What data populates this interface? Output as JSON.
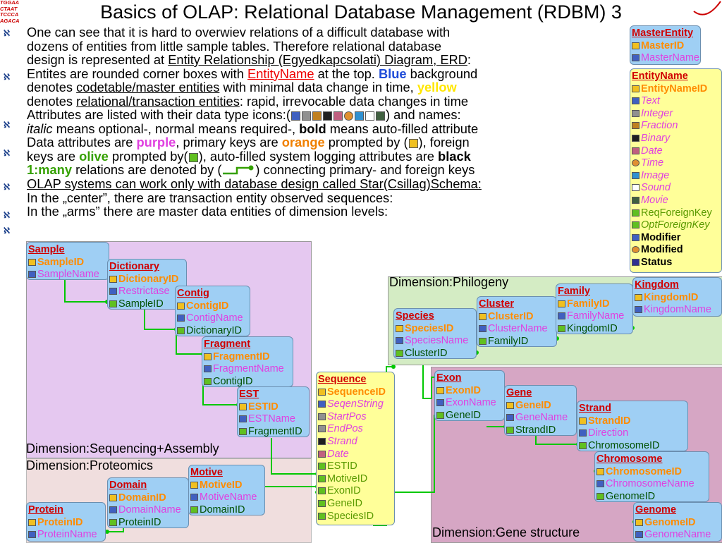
{
  "slide": {
    "title": "Basics of OLAP: Relational Database Management (RDBM) 3",
    "logo_lines": [
      "TGGAA",
      "CTAAT",
      "TCCCA",
      "AGACA"
    ]
  },
  "body": {
    "l1": "One can see that it is hard to overwiev relations of a difficult database with",
    "l2": "dozens of entities from little sample tables. Therefore relational database",
    "l3a": "design is represented at ",
    "l3b": "Entity Relationship (Egyedkapcsolati) Diagram, ERD",
    "l3c": ":",
    "l4a": "Entites are rounded corner boxes with ",
    "l4b": "EntityName",
    "l4c": " at the top. ",
    "l4d": "Blue",
    "l4e": " background",
    "l5a": "denotes ",
    "l5b": "codetable/master entities",
    "l5c": " with minimal data change in time, ",
    "l5d": "yellow",
    "l6a": "denotes ",
    "l6b": "relational/transaction entities",
    "l6c": ": rapid, irrevocable data changes in time",
    "l7a": "Attributes are listed with their data type icons:(",
    "l7b": ") and names:",
    "l8a": "italic",
    "l8b": " means optional-, normal means required-, ",
    "l8c": "bold",
    "l8d": " means auto-filled attribute",
    "l9a": "Data attributes are ",
    "l9b": "purple",
    "l9c": ", primary keys are ",
    "l9d": "orange",
    "l9e": " prompted by (",
    "l9f": "), foreign",
    "l10a": "keys are ",
    "l10b": "olive",
    "l10c": " prompted by(",
    "l10d": "), auto-filled system logging attributes are ",
    "l10e": "black",
    "l11a": "1:many",
    "l11b": " relations are denoted by (",
    "l11c": ") connecting primary- and foreign keys",
    "l12": "OLAP systems can work only with database design called Star(Csillag)Schema:",
    "l13": "In the „center”, there are transaction entity observed sequences:",
    "l14": "In the „arms” there are master data entities of dimension levels:"
  },
  "legend": {
    "master": {
      "name": "MasterEntity",
      "attrs": [
        "MasterID",
        "MasterName"
      ]
    },
    "entity": {
      "name": "EntityName",
      "attrs": [
        "EntityNameID",
        "Text",
        "Integer",
        "Fraction",
        "Binary",
        "Date",
        "Time",
        "Image",
        "Sound",
        "Movie",
        "ReqForeignKey",
        "OptForeignKey",
        "Modifier",
        "Modified",
        "Status"
      ]
    }
  },
  "dimensions": {
    "sequencing": "Dimension:Sequencing+Assembly",
    "proteomics": "Dimension:Proteomics",
    "philogeny": "Dimension:Philogeny",
    "gene_structure": "Dimension:Gene structure"
  },
  "entities": {
    "sample": {
      "name": "Sample",
      "attrs": [
        "SampleID",
        "SampleName"
      ]
    },
    "dictionary": {
      "name": "Dictionary",
      "attrs": [
        "DictionaryID",
        "Restrictase",
        "SampleID"
      ]
    },
    "contig": {
      "name": "Contig",
      "attrs": [
        "ContigID",
        "ContigName",
        "DictionaryID"
      ]
    },
    "fragment": {
      "name": "Fragment",
      "attrs": [
        "FragmentID",
        "FragmentName",
        "ContigID"
      ]
    },
    "est": {
      "name": "EST",
      "attrs": [
        "ESTID",
        "ESTName",
        "FragmentID"
      ]
    },
    "sequence": {
      "name": "Sequence",
      "attrs": [
        "SequenceID",
        "SeqenString",
        "StartPos",
        "EndPos",
        "Strand",
        "Date",
        "ESTID",
        "MotiveID",
        "ExonID",
        "GeneID",
        "SpeciesID"
      ]
    },
    "species": {
      "name": "Species",
      "attrs": [
        "SpeciesID",
        "SpeciesName",
        "ClusterID"
      ]
    },
    "cluster": {
      "name": "Cluster",
      "attrs": [
        "ClusterID",
        "ClusterName",
        "FamilyID"
      ]
    },
    "family": {
      "name": "Family",
      "attrs": [
        "FamilyID",
        "FamilyName",
        "KingdomID"
      ]
    },
    "kingdom": {
      "name": "Kingdom",
      "attrs": [
        "KingdomID",
        "KingdomName"
      ]
    },
    "exon": {
      "name": "Exon",
      "attrs": [
        "ExonID",
        "ExonName",
        "GeneID"
      ]
    },
    "gene": {
      "name": "Gene",
      "attrs": [
        "GeneID",
        "GeneName",
        "StrandID"
      ]
    },
    "strand": {
      "name": "Strand",
      "attrs": [
        "StrandID",
        "Direction",
        "ChromosomeID"
      ]
    },
    "chromosome": {
      "name": "Chromosome",
      "attrs": [
        "ChromosomeID",
        "ChromosomeName",
        "GenomeID"
      ]
    },
    "genome": {
      "name": "Genome",
      "attrs": [
        "GenomeID",
        "GenomeName"
      ]
    },
    "protein": {
      "name": "Protein",
      "attrs": [
        "ProteinID",
        "ProteinName"
      ]
    },
    "domain": {
      "name": "Domain",
      "attrs": [
        "DomainID",
        "DomainName",
        "ProteinID"
      ]
    },
    "motive": {
      "name": "Motive",
      "attrs": [
        "MotiveID",
        "MotiveName",
        "DomainID"
      ]
    }
  }
}
